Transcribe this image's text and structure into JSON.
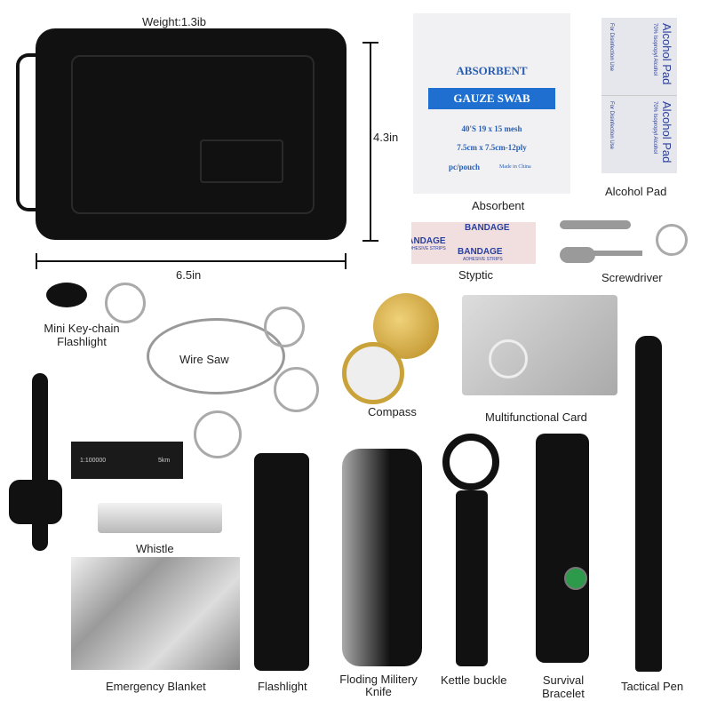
{
  "labels": {
    "weight": "Weight:1.3ib",
    "height": "4.3in",
    "width": "6.5in",
    "absorbent": "Absorbent",
    "alcohol_pad": "Alcohol Pad",
    "styptic": "Styptic",
    "screwdriver": "Screwdriver",
    "mini_flashlight_1": "Mini Key-chain",
    "mini_flashlight_2": "Flashlight",
    "wire_saw": "Wire Saw",
    "compass": "Compass",
    "multi_card": "Multifunctional Card",
    "whistle": "Whistle",
    "emergency_blanket": "Emergency Blanket",
    "flashlight": "Flashlight",
    "knife_1": "Floding Militery",
    "knife_2": "Knife",
    "kettle_buckle": "Kettle buckle",
    "bracelet_1": "Survival",
    "bracelet_2": "Bracelet",
    "tactical_pen": "Tactical Pen"
  },
  "gauze": {
    "title": "ABSORBENT",
    "banner": "GAUZE SWAB",
    "line1": "40'S 19 x 15 mesh",
    "line2": "7.5cm x 7.5cm-12ply",
    "line3": "pc/pouch",
    "made_in": "Made in China"
  },
  "alcohol_packet": {
    "title": "Alcohol Pad",
    "sub": "70% Isopropyl Alcohol",
    "use": "For Disinfection Use"
  },
  "bandage": {
    "text": "BANDAGE",
    "sub": "ADHESIVE STRIPS"
  },
  "ruler": {
    "scale": "1:100000",
    "unit": "5km"
  },
  "colors": {
    "gauze_blue": "#1e6fd0",
    "text_blue": "#2a3f9a",
    "case": "#111111",
    "compass_gold": "#c9a23a"
  }
}
